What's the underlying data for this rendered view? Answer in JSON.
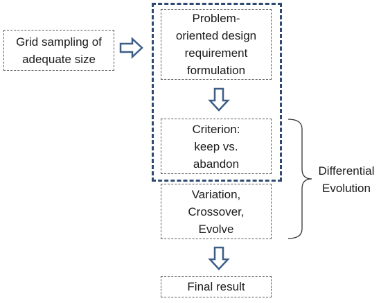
{
  "nodes": {
    "grid_sampling": [
      "Grid sampling of",
      "adequate size"
    ],
    "problem_formulation": [
      "Problem-",
      "oriented design",
      "requirement",
      "formulation"
    ],
    "criterion": [
      "Criterion:",
      "keep vs.",
      "abandon"
    ],
    "variation": [
      "Variation,",
      "Crossover,",
      "Evolve"
    ],
    "final_result": [
      "Final result"
    ]
  },
  "group_label": [
    "Differential",
    "Evolution"
  ],
  "colors": {
    "arrow_stroke": "#3b5d86",
    "group_border": "#2e4a73",
    "box_border": "#555555"
  }
}
